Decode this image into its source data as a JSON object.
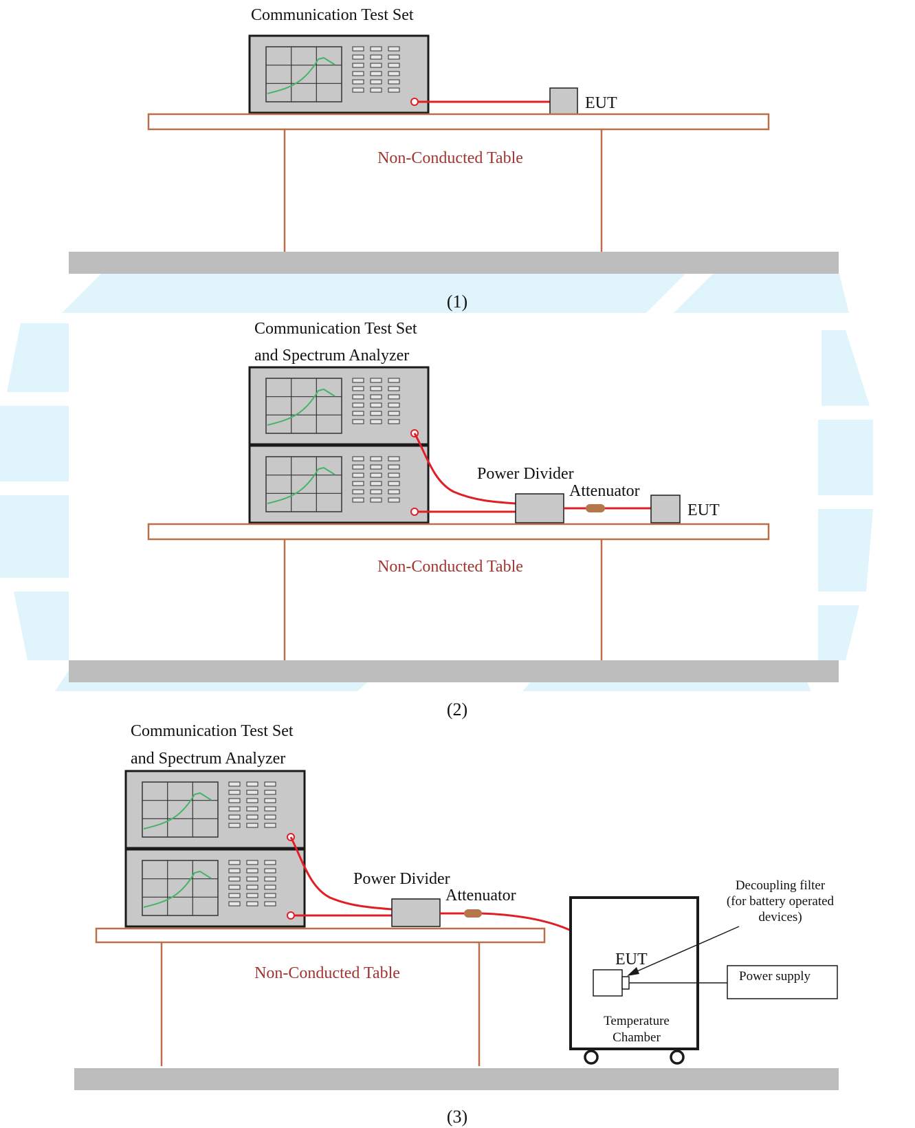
{
  "colors": {
    "cable": "#e01e25",
    "table": "#b87048",
    "floor": "#bdbdbd",
    "device": "#c8c8c8",
    "trace": "#45b36a",
    "table_text": "#a03530",
    "watermark": "#dff4fb"
  },
  "diagram1": {
    "title": "Communication Test Set",
    "eut": "EUT",
    "table": "Non-Conducted Table",
    "caption": "(1)"
  },
  "diagram2": {
    "title_line1": "Communication Test Set",
    "title_line2": "and Spectrum Analyzer",
    "power_divider": "Power Divider",
    "attenuator": "Attenuator",
    "eut": "EUT",
    "table": "Non-Conducted Table",
    "caption": "(2)"
  },
  "diagram3": {
    "title_line1": "Communication Test Set",
    "title_line2": "and Spectrum Analyzer",
    "power_divider": "Power Divider",
    "attenuator": "Attenuator",
    "eut": "EUT",
    "table": "Non-Conducted Table",
    "filter_line1": "Decoupling filter",
    "filter_line2": "(for battery operated",
    "filter_line3": "devices)",
    "power_supply": "Power supply",
    "chamber_line1": "Temperature",
    "chamber_line2": "Chamber",
    "caption": "(3)"
  }
}
